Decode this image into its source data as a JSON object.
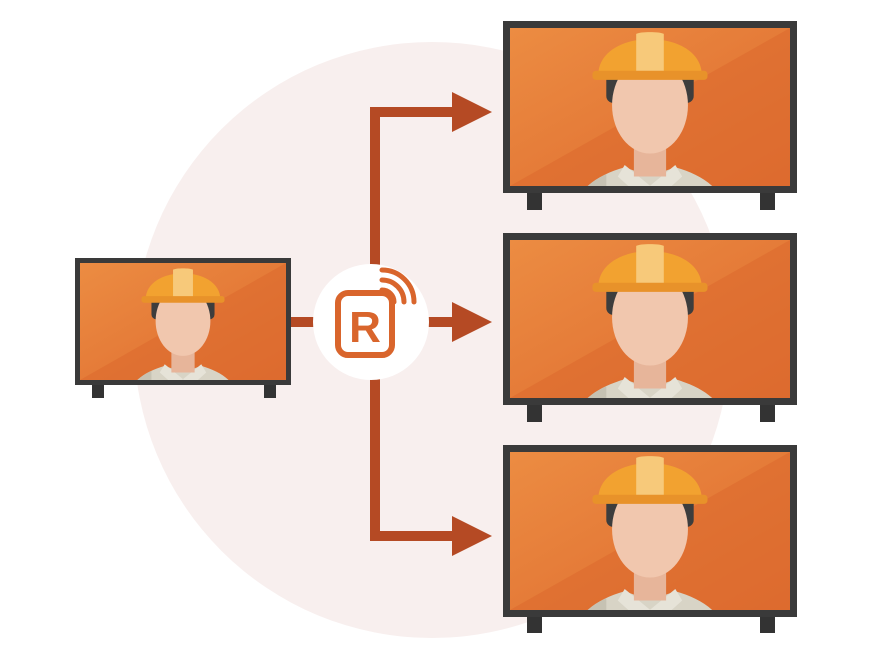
{
  "colors": {
    "background_circle": "#f8efee",
    "screen_frame": "#3a3a3a",
    "screen_orange": "#e8813a",
    "screen_orange_dark": "#dc6a2e",
    "arrow": "#b54a24",
    "helmet": "#f2a230",
    "helmet_highlight": "#f7c97a",
    "skin": "#f1c7ae",
    "hair": "#3d3d3d",
    "shirt": "#d8d4c6",
    "shirt_shadow": "#c6c2b3",
    "hub_fill": "#ffffff",
    "logo": "#d9652c"
  },
  "icons": {
    "source": "tv-monitor-icon",
    "hub": "broadcast-r-logo-icon",
    "person": "construction-worker-icon"
  },
  "hub": {
    "logo_letter": "R"
  },
  "screens": [
    {
      "id": "source"
    },
    {
      "id": "display-1"
    },
    {
      "id": "display-2"
    },
    {
      "id": "display-3"
    }
  ]
}
